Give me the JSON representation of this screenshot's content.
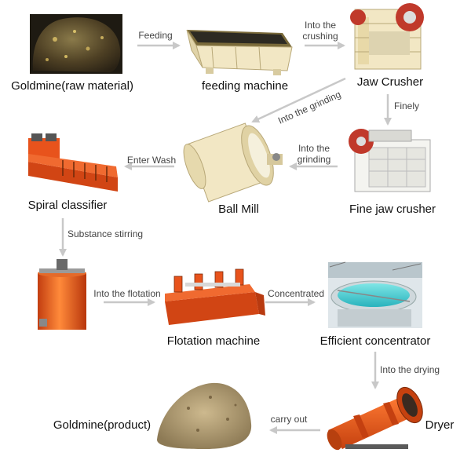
{
  "nodes": [
    {
      "id": "goldmine-raw",
      "label": "Goldmine(raw material)"
    },
    {
      "id": "feeding-machine",
      "label": "feeding machine"
    },
    {
      "id": "jaw-crusher",
      "label": "Jaw Crusher"
    },
    {
      "id": "fine-jaw-crusher",
      "label": "Fine jaw crusher"
    },
    {
      "id": "ball-mill",
      "label": "Ball Mill"
    },
    {
      "id": "spiral-classifier",
      "label": "Spiral classifier"
    },
    {
      "id": "mixing-tank",
      "label": ""
    },
    {
      "id": "flotation-machine",
      "label": "Flotation machine"
    },
    {
      "id": "efficient-concentrator",
      "label": "Efficient concentrator"
    },
    {
      "id": "dryer",
      "label": "Dryer"
    },
    {
      "id": "goldmine-product",
      "label": "Goldmine(product)"
    }
  ],
  "edges": [
    {
      "from": "goldmine-raw",
      "to": "feeding-machine",
      "label": [
        "Feeding"
      ]
    },
    {
      "from": "feeding-machine",
      "to": "jaw-crusher",
      "label": [
        "Into the",
        "crushing"
      ]
    },
    {
      "from": "jaw-crusher",
      "to": "fine-jaw-crusher",
      "label": [
        "Finely"
      ]
    },
    {
      "from": "jaw-crusher",
      "to": "ball-mill",
      "label": [
        "Into the grinding"
      ]
    },
    {
      "from": "fine-jaw-crusher",
      "to": "ball-mill",
      "label": [
        "Into the",
        "grinding"
      ]
    },
    {
      "from": "ball-mill",
      "to": "spiral-classifier",
      "label": [
        "Enter Wash"
      ]
    },
    {
      "from": "spiral-classifier",
      "to": "mixing-tank",
      "label": [
        "Substance stirring"
      ]
    },
    {
      "from": "mixing-tank",
      "to": "flotation-machine",
      "label": [
        "Into the flotation"
      ]
    },
    {
      "from": "flotation-machine",
      "to": "efficient-concentrator",
      "label": [
        "Concentrated"
      ]
    },
    {
      "from": "efficient-concentrator",
      "to": "dryer",
      "label": [
        "Into the drying"
      ]
    },
    {
      "from": "dryer",
      "to": "goldmine-product",
      "label": [
        "carry out"
      ]
    }
  ],
  "colors": {
    "arrow": "#c8c8c8",
    "machine_orange": "#e8531c",
    "machine_cream": "#f2e7c4",
    "ore_dark": "#5a4a2a",
    "product_sand": "#b9a277"
  }
}
